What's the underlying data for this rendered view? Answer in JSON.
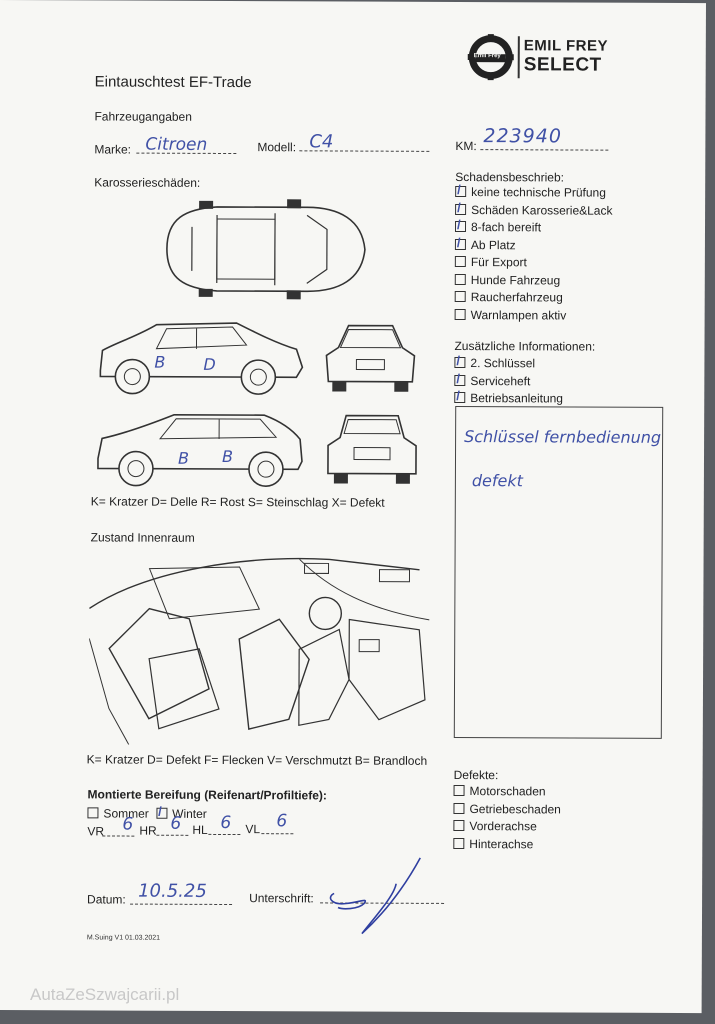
{
  "header": {
    "title": "Eintauschtest EF-Trade",
    "logo_ring_text": "Emil Frey",
    "brand_line1": "EMIL FREY",
    "brand_line2": "SELECT"
  },
  "fahrzeug": {
    "section_label": "Fahrzeugangaben",
    "marke_label": "Marke:",
    "marke_value": "Citroen",
    "modell_label": "Modell:",
    "modell_value": "C4",
    "km_label": "KM:",
    "km_value": "223940"
  },
  "karosserie": {
    "section_label": "Karosserieschäden:",
    "legend": "K= Kratzer D= Delle R= Rost S= Steinschlag X= Defekt",
    "marks": [
      "B",
      "D",
      "B",
      "B"
    ]
  },
  "schaden": {
    "title": "Schadensbeschrieb:",
    "items": [
      {
        "label": "keine technische Prüfung",
        "checked": true
      },
      {
        "label": "Schäden Karosserie&Lack",
        "checked": true
      },
      {
        "label": "8-fach bereift",
        "checked": true
      },
      {
        "label": "Ab Platz",
        "checked": true
      },
      {
        "label": "Für Export",
        "checked": false
      },
      {
        "label": "Hunde Fahrzeug",
        "checked": false
      },
      {
        "label": "Raucherfahrzeug",
        "checked": false
      },
      {
        "label": "Warnlampen aktiv",
        "checked": false
      }
    ]
  },
  "zusatz": {
    "title": "Zusätzliche Informationen:",
    "items": [
      {
        "label": "2. Schlüssel",
        "checked": true
      },
      {
        "label": "Serviceheft",
        "checked": true
      },
      {
        "label": "Betriebsanleitung",
        "checked": true
      }
    ],
    "notes_line1": "Schlüssel fernbedienung",
    "notes_line2": "defekt"
  },
  "innenraum": {
    "section_label": "Zustand Innenraum",
    "legend": "K= Kratzer D= Defekt F= Flecken V= Verschmutzt B= Brandloch"
  },
  "defekte": {
    "title": "Defekte:",
    "items": [
      {
        "label": "Motorschaden",
        "checked": false
      },
      {
        "label": "Getriebeschaden",
        "checked": false
      },
      {
        "label": "Vorderachse",
        "checked": false
      },
      {
        "label": "Hinterachse",
        "checked": false
      }
    ]
  },
  "bereifung": {
    "title": "Montierte Bereifung (Reifenart/Profiltiefe):",
    "sommer_label": "Sommer",
    "sommer_checked": false,
    "winter_label": "Winter",
    "winter_checked": true,
    "vr_label": "VR",
    "vr_value": "6",
    "hr_label": "HR",
    "hr_value": "6",
    "hl_label": "HL",
    "hl_value": "6",
    "vl_label": "VL",
    "vl_value": "6"
  },
  "footer": {
    "datum_label": "Datum:",
    "datum_value": "10.5.25",
    "unterschrift_label": "Unterschrift:",
    "version": "M.Suing V1 01.03.2021"
  },
  "watermark": "AutaZeSzwajcarii.pl"
}
